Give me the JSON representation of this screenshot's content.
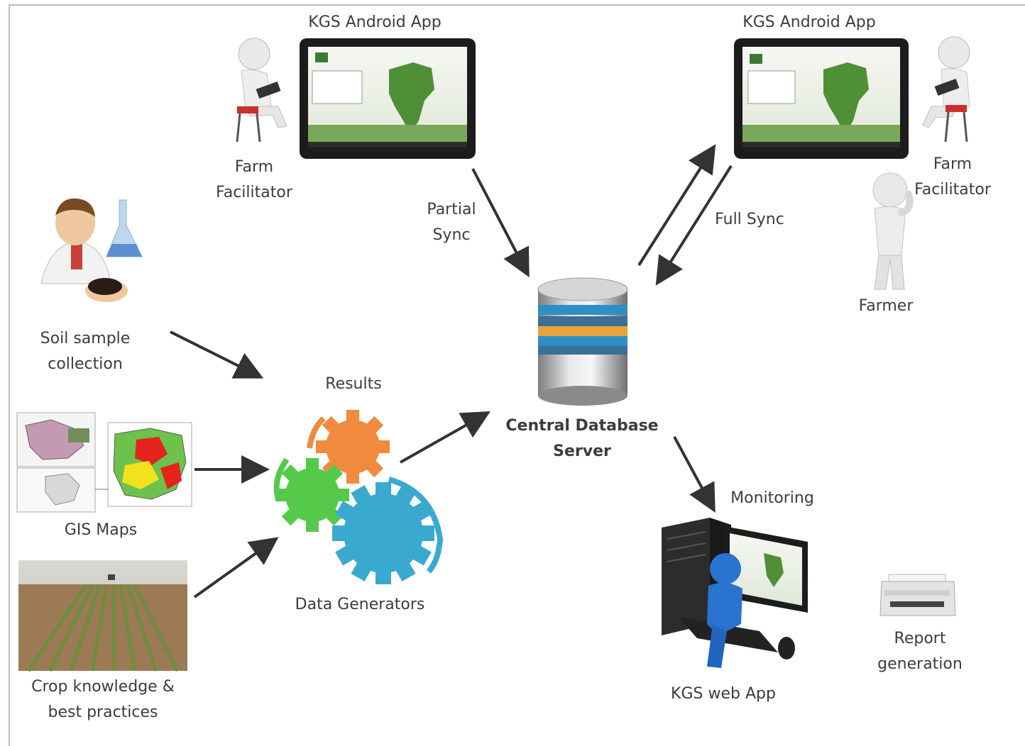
{
  "labels": {
    "kgs_android_app_left": "KGS Android App",
    "kgs_android_app_right": "KGS Android App",
    "farm_facilitator_left": [
      "Farm",
      "Facilitator"
    ],
    "farm_facilitator_right": [
      "Farm",
      "Facilitator"
    ],
    "farmer": "Farmer",
    "partial_sync": [
      "Partial",
      "Sync"
    ],
    "full_sync": "Full Sync",
    "soil_sample_collection": [
      "Soil sample",
      "collection"
    ],
    "results": "Results",
    "central_database_server": [
      "Central Database",
      "Server"
    ],
    "gis_maps": "GIS Maps",
    "monitoring": "Monitoring",
    "data_generators": "Data Generators",
    "crop_knowledge": [
      "Crop knowledge &",
      "best practices"
    ],
    "kgs_web_app": "KGS web App",
    "report_generation": [
      "Report",
      "generation"
    ]
  },
  "colors": {
    "gear_orange": "#f08a3c",
    "gear_green": "#55c94a",
    "gear_blue": "#3aa9cf",
    "arrow": "#333333",
    "map_green": "#6cc24a",
    "map_red": "#e4241c",
    "map_yellow": "#f2e21d",
    "field_brown": "#9b7a55"
  }
}
